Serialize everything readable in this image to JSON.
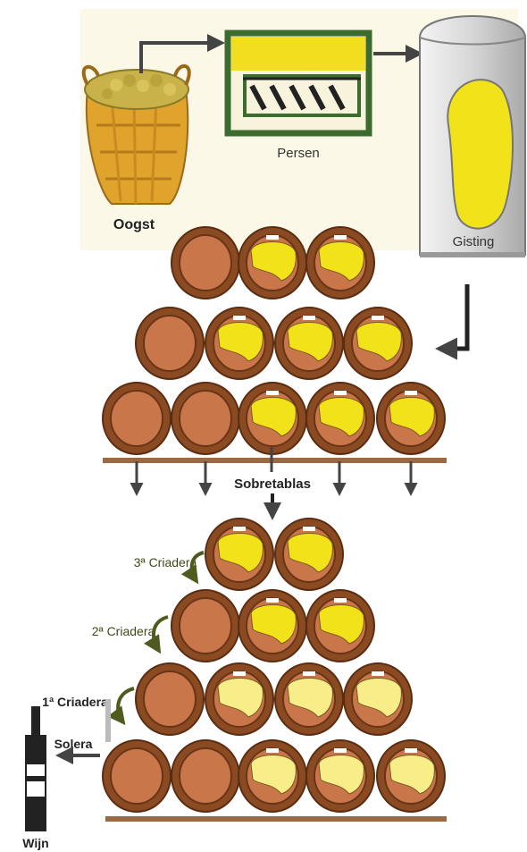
{
  "labels": {
    "harvest": "Oogst",
    "press": "Persen",
    "fermentation": "Gisting",
    "sobretablas": "Sobretablas",
    "criadera3": "3ª Criadera",
    "criadera2": "2ª Criadera",
    "criadera1": "1ª Criadera",
    "solera": "Solera",
    "wine": "Wijn"
  },
  "colors": {
    "background_top": "#fbf8e8",
    "barrel_wood": "#8a4a22",
    "barrel_inner": "#c8764a",
    "wine_yellow": "#f2e21a",
    "wine_pale": "#f7ee8a",
    "shelf": "#9a6a45",
    "arrow": "#444444",
    "criadera_arrow": "#4e5a1e",
    "tank": "#c9c9c9"
  }
}
